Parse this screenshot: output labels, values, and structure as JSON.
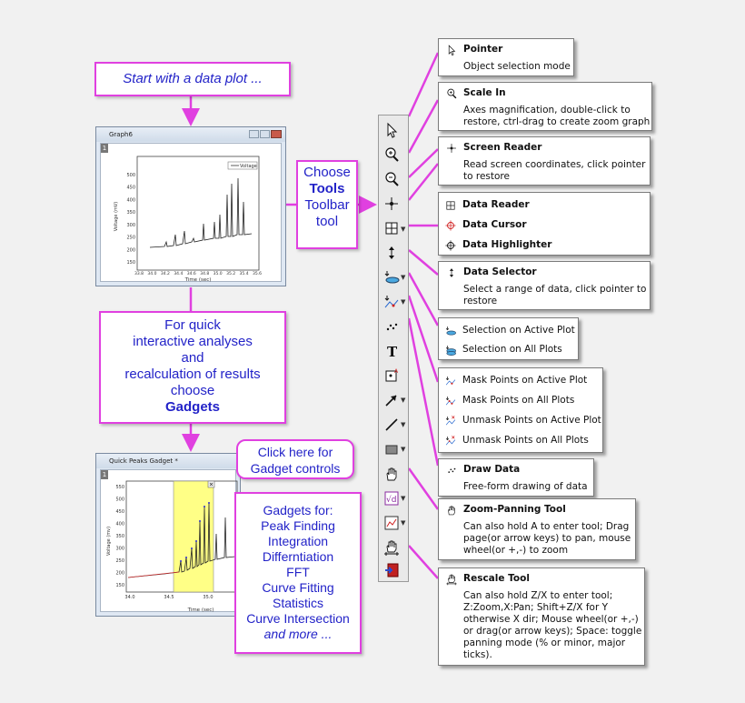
{
  "boxes": {
    "start": "Start with a data plot ...",
    "choose_l1": "Choose",
    "choose_l2": "Tools",
    "choose_l3": "Toolbar",
    "choose_l4": "tool",
    "quick_l1": "For quick",
    "quick_l2": "interactive analyses",
    "quick_l3": "and",
    "quick_l4": "recalculation of results",
    "quick_l5": "choose",
    "quick_l6": "Gadgets",
    "click_l1": "Click here for",
    "click_l2": "Gadget controls",
    "gadgets_lines": [
      "Gadgets for:",
      "Peak Finding",
      "Integration",
      "Differntiation",
      "FFT",
      "Curve Fitting",
      "Statistics",
      "Curve Intersection"
    ],
    "gadgets_more": "and more ..."
  },
  "graph1": {
    "title": "Graph6",
    "layer": "1",
    "legend": "Voltage",
    "ylabel": "Voltage (mV)",
    "xlabel": "Time (sec)",
    "yticks": [
      "500",
      "450",
      "400",
      "350",
      "300",
      "250",
      "200",
      "150"
    ],
    "xticks": [
      "33.8",
      "34.0",
      "34.2",
      "34.4",
      "34.6",
      "34.8",
      "35.0",
      "35.2",
      "35.4",
      "35.6"
    ]
  },
  "graph2": {
    "title": "Quick Peaks Gadget *",
    "layer": "1",
    "ylabel": "Voltage (mv)",
    "xlabel": "Time (sec)",
    "yticks": [
      "550",
      "500",
      "450",
      "400",
      "350",
      "300",
      "250",
      "200",
      "150"
    ],
    "xticks": [
      "34.0",
      "34.5",
      "35.0"
    ]
  },
  "tools": {
    "pointer": {
      "title": "Pointer",
      "desc": [
        "Object selection mode"
      ]
    },
    "scale_in": {
      "title": "Scale In",
      "desc": [
        "Axes magnification, double-click to",
        "restore, ctrl-drag to create zoom graph"
      ]
    },
    "screen_reader": {
      "title": "Screen Reader",
      "desc": [
        "Read screen coordinates, click pointer",
        "to restore"
      ]
    },
    "data_reader_group": [
      "Data Reader",
      "Data Cursor",
      "Data Highlighter"
    ],
    "data_selector": {
      "title": "Data Selector",
      "desc": [
        "Select a range of data, click pointer to",
        "restore"
      ]
    },
    "selection_group": [
      "Selection on Active Plot",
      "Selection on All Plots"
    ],
    "mask_group": [
      "Mask Points on Active Plot",
      "Mask Points on All Plots",
      "Unmask Points on Active Plot",
      "Unmask Points on All Plots"
    ],
    "draw_data": {
      "title": "Draw Data",
      "desc": [
        "Free-form drawing of data"
      ]
    },
    "zoom_pan": {
      "title": "Zoom-Panning Tool",
      "desc": [
        "Can also hold A to enter tool; Drag",
        "page(or arrow keys) to pan, mouse",
        "wheel(or +,-) to zoom"
      ]
    },
    "rescale": {
      "title": "Rescale Tool",
      "desc": [
        "Can also hold Z/X to enter tool;",
        "Z:Zoom,X:Pan; Shift+Z/X for Y",
        "otherwise X dir; Mouse wheel(or +,-)",
        "or drag(or arrow keys); Space: toggle",
        "panning mode (% or minor, major",
        "ticks)."
      ]
    }
  },
  "colors": {
    "connector": "#e040e0",
    "text_blue": "#2323c8",
    "highlight": "#ffff80"
  }
}
